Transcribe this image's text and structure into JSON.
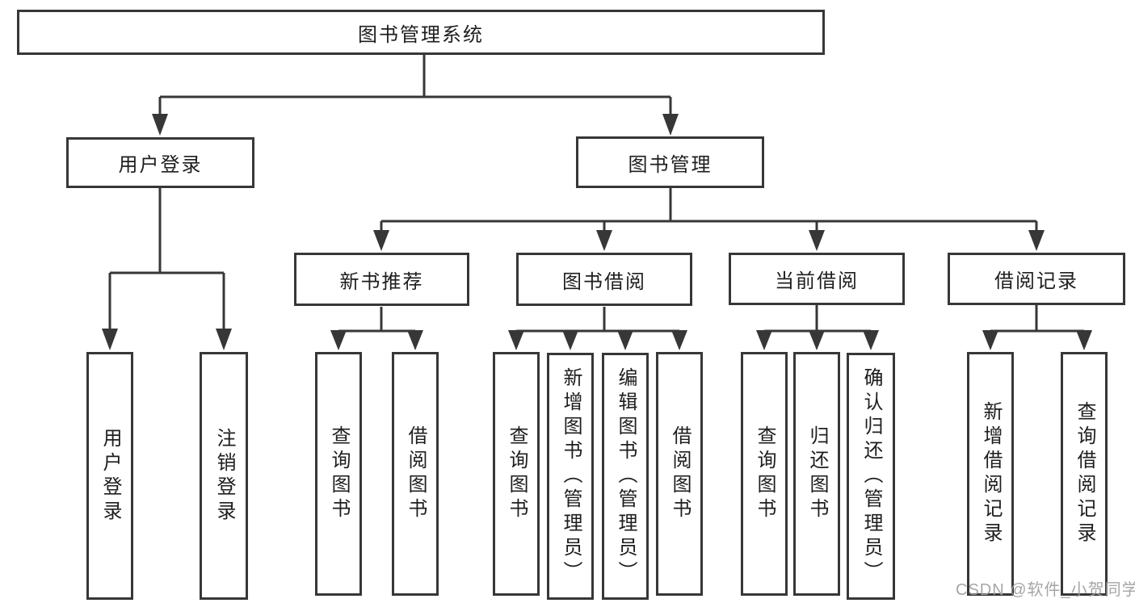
{
  "diagram_title": "图书管理系统",
  "tree": {
    "root": "图书管理系统",
    "branches": [
      {
        "label": "用户登录",
        "leaves": [
          "用户登录",
          "注销登录"
        ]
      },
      {
        "label": "图书管理",
        "children": [
          {
            "label": "新书推荐",
            "leaves": [
              "查询图书",
              "借阅图书"
            ]
          },
          {
            "label": "图书借阅",
            "leaves": [
              "查询图书",
              "新增图书（管理员）",
              "编辑图书（管理员）",
              "借阅图书"
            ]
          },
          {
            "label": "当前借阅",
            "leaves": [
              "查询图书",
              "归还图书",
              "确认归还（管理员）"
            ]
          },
          {
            "label": "借阅记录",
            "leaves": [
              "新增借阅记录",
              "查询借阅记录"
            ]
          }
        ]
      }
    ]
  },
  "watermark": {
    "text": "CSDN @软件_小贺同学",
    "color": "#9e9e9e"
  },
  "style": {
    "line_color": "#373737",
    "box_border_color": "#373737",
    "box_background": "#ffffff",
    "text_color": "#1e1e1e",
    "background": "#ffffff"
  }
}
